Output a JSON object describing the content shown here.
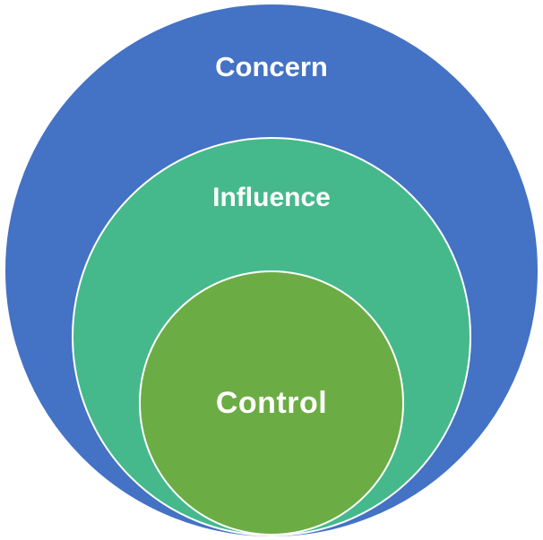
{
  "diagram": {
    "background": "#FFFFFF",
    "stroke_color": "#FFFFFF",
    "rings": [
      {
        "id": "concern",
        "label": "Concern",
        "fill": "#4472C4",
        "text_color": "#FFFFFF"
      },
      {
        "id": "influence",
        "label": "Influence",
        "fill": "#45B98C",
        "text_color": "#FFFFFF"
      },
      {
        "id": "control",
        "label": "Control",
        "fill": "#6CAC44",
        "text_color": "#FFFFFF"
      }
    ]
  }
}
